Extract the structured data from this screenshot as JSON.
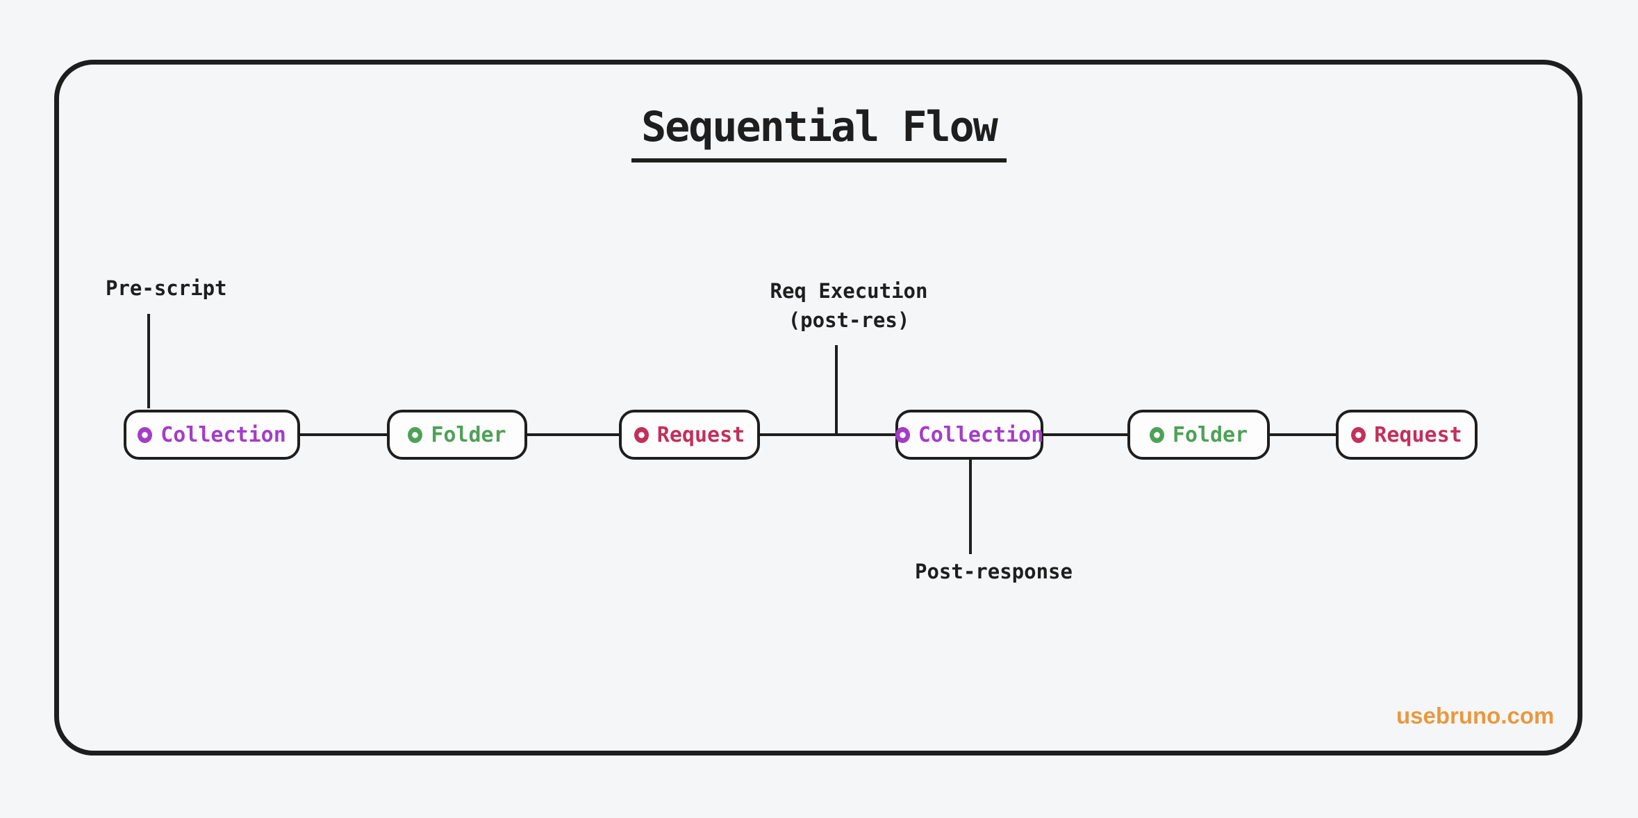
{
  "title": "Sequential Flow",
  "watermark": "usebruno.com",
  "nodes": [
    {
      "label": "Collection",
      "type": "collection",
      "color": "#a43dc6"
    },
    {
      "label": "Folder",
      "type": "folder",
      "color": "#4ea157"
    },
    {
      "label": "Request",
      "type": "request",
      "color": "#c2305b"
    },
    {
      "label": "Collection",
      "type": "collection",
      "color": "#a43dc6"
    },
    {
      "label": "Folder",
      "type": "folder",
      "color": "#4ea157"
    },
    {
      "label": "Request",
      "type": "request",
      "color": "#c2305b"
    }
  ],
  "annotations": {
    "pre_script": "Pre-script",
    "req_execution_line1": "Req Execution",
    "req_execution_line2": "(post-res)",
    "post_response": "Post-response"
  },
  "colors": {
    "ink": "#1e1e1e",
    "background": "#f5f6f8",
    "node_fill": "#fdfdfe",
    "collection": "#a43dc6",
    "folder": "#4ea157",
    "request": "#c2305b",
    "watermark": "#e8993e"
  }
}
